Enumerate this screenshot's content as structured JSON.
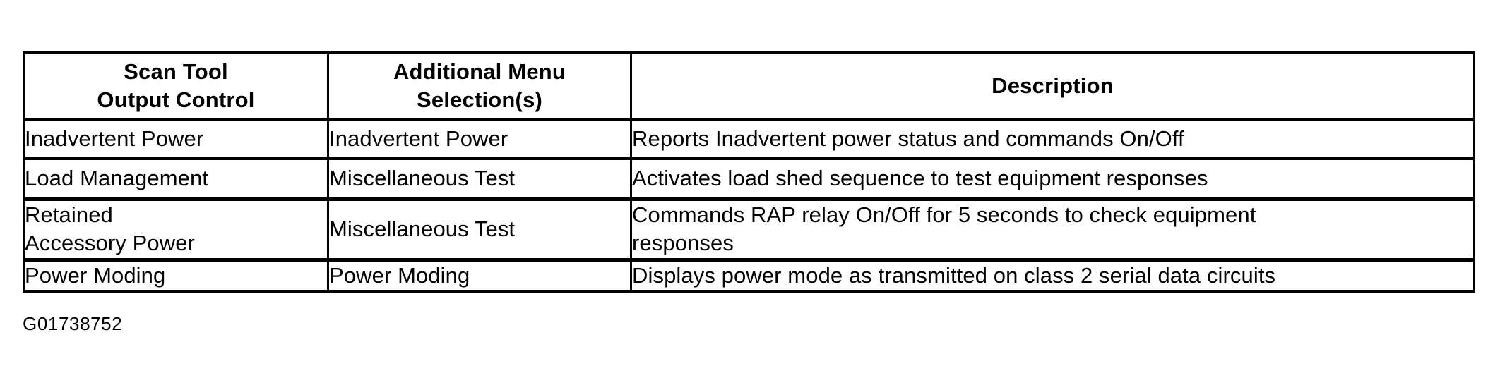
{
  "document": {
    "figure_id": "G01738752",
    "background_color": "#ffffff",
    "text_color": "#000000",
    "border_color": "#000000"
  },
  "table": {
    "headers": [
      {
        "line1": "Scan Tool",
        "line2": "Output Control"
      },
      {
        "line1": "Additional Menu",
        "line2": "Selection(s)"
      },
      {
        "line1": "Description",
        "line2": ""
      }
    ],
    "rows": [
      {
        "output_control": {
          "line1": "Inadvertent Power",
          "line2": ""
        },
        "menu_selection": "Inadvertent Power",
        "description": {
          "line1": "Reports Inadvertent power status and commands On/Off",
          "line2": ""
        }
      },
      {
        "output_control": {
          "line1": "Load Management",
          "line2": ""
        },
        "menu_selection": "Miscellaneous Test",
        "description": {
          "line1": "Activates load shed sequence to test equipment responses",
          "line2": ""
        }
      },
      {
        "output_control": {
          "line1": "Retained",
          "line2": "Accessory Power"
        },
        "menu_selection": "Miscellaneous Test",
        "description": {
          "line1": "Commands RAP relay On/Off for 5 seconds to check equipment",
          "line2": "responses"
        }
      },
      {
        "output_control": {
          "line1": "Power Moding",
          "line2": ""
        },
        "menu_selection": "Power Moding",
        "description": {
          "line1": "Displays power mode as transmitted on class 2 serial data circuits",
          "line2": ""
        }
      }
    ]
  }
}
